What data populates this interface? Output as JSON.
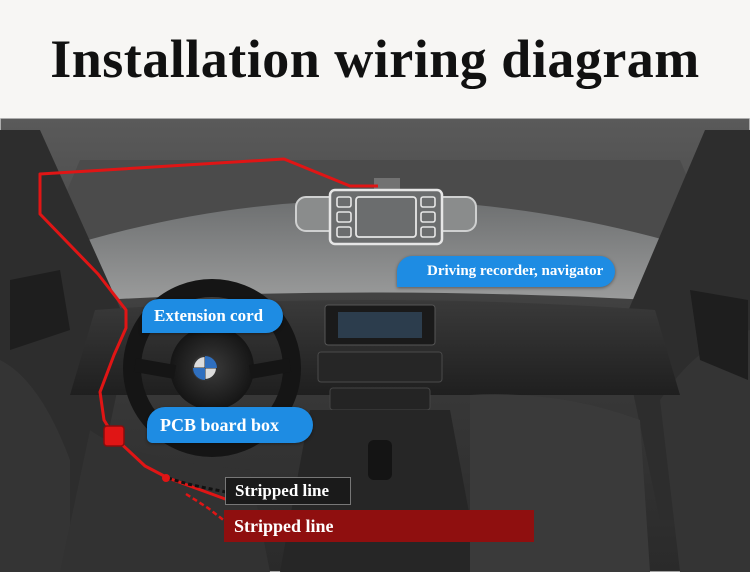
{
  "title": "Installation wiring diagram",
  "labels": {
    "recorder": "Driving recorder, navigator",
    "extension": "Extension cord",
    "pcb": "PCB board box",
    "stripped_black": "Stripped line",
    "stripped_red": "Stripped line"
  },
  "colors": {
    "callout": "#1e8ce3",
    "wire": "#e01515",
    "strip_red": "#8f0f0f",
    "strip_black": "#1a1a1a"
  },
  "icons": [
    "steering-wheel-icon",
    "dash-cam-icon",
    "pcb-box-icon"
  ]
}
